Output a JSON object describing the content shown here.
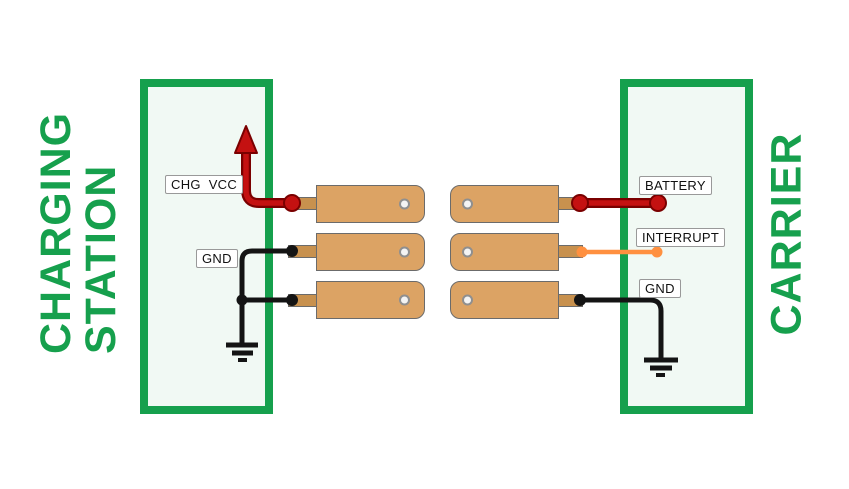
{
  "titles": {
    "left": {
      "line1": "CHARGING",
      "line2": "STATION"
    },
    "right": "CARRIER"
  },
  "labels": {
    "chg_vcc": "CHG VCC",
    "gnd_left": "GND",
    "battery": "BATTERY",
    "interrupt": "INTERRUPT",
    "gnd_right": "GND"
  },
  "colors": {
    "green": "#16a04d",
    "panel_fill": "#f1f9f4",
    "wire_red": "#c41111",
    "wire_red_outline": "#7a0000",
    "wire_orange": "#ff9040",
    "wire_black": "#141414",
    "contact_copper": "#dca364",
    "contact_pin": "#c8914e"
  },
  "icons": {
    "ground_left": "ground-symbol",
    "ground_right": "ground-symbol",
    "arrow_up": "power-out-arrow"
  }
}
